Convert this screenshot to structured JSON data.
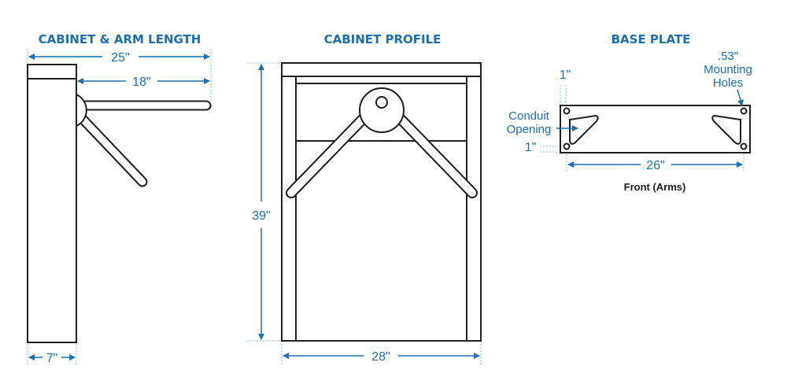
{
  "colors": {
    "accent": "#1f6fae",
    "line": "#1e1e1e",
    "background": "#ffffff"
  },
  "panels": {
    "arm": {
      "title": "CABINET & ARM LENGTH",
      "dim_total": "25\"",
      "dim_arm": "18\"",
      "dim_width": "7\""
    },
    "profile": {
      "title": "CABINET PROFILE",
      "dim_height": "39\"",
      "dim_width": "28\""
    },
    "base": {
      "title": "BASE PLATE",
      "mounting_size": ".53\"",
      "mounting_label_1": "Mounting",
      "mounting_label_2": "Holes",
      "conduit_label_1": "Conduit",
      "conduit_label_2": "Opening",
      "inset_top": "1\"",
      "inset_bottom": "1\"",
      "dim_width": "26\"",
      "caption": "Front (Arms)"
    }
  }
}
